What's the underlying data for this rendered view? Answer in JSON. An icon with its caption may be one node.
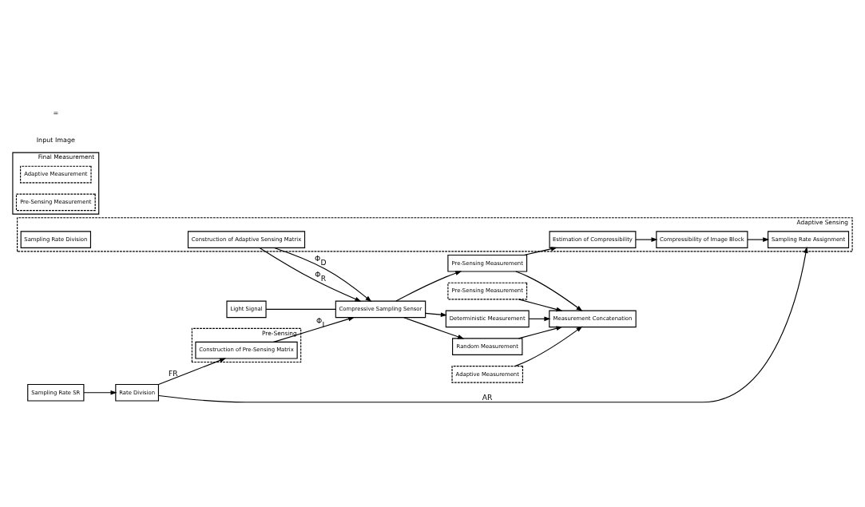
{
  "diagram": {
    "nodes": [
      {
        "text": [
          "Adaptive Sensing"
        ]
      },
      {
        "text": [
          "Sampling Rate Assignment"
        ],
        "in": 0
      },
      {
        "text": [
          "Sampling Rate Division"
        ],
        "in": 0
      },
      {
        "text": [
          "Construction of Adaptive Sensing Matrix"
        ],
        "in": 0
      },
      {
        "text": [
          "Compressibility of Image Block"
        ],
        "in": 0
      },
      {
        "text": [
          "Estimation of Compressibility"
        ],
        "in": 0
      },
      {
        "text": [
          "Adaptive Measurement"
        ]
      },
      {
        "text": [
          "Sampling Rate SR"
        ]
      },
      {
        "text": [
          "Rate Division"
        ]
      },
      {
        "text": [
          "Light Signal"
        ]
      },
      {
        "text": [
          "Compressive Sampling Sensor"
        ]
      },
      {
        "text": [
          "Pre-Sensing Measurement"
        ]
      },
      {
        "text": [
          "Deterministic Measurement"
        ]
      },
      {
        "text": [
          "Random Measurement"
        ]
      },
      {
        "text": [
          "Measurement Concatenation"
        ]
      },
      {
        "text": [
          "Pre-Sensing"
        ]
      },
      {
        "text": [
          "Construction of Pre-Sensing Matrix"
        ],
        "in": 15
      },
      {
        "text": [
          "Pre-Sensing Measurement"
        ]
      },
      {
        "text": [
          "Final Measurement"
        ]
      },
      {
        "text": [
          "Adaptive Measurement"
        ],
        "in": 18
      },
      {
        "text": [
          "Pre-Sensing Measurement"
        ],
        "in": 18
      }
    ],
    "edges": [
      {
        "from": 7,
        "to": 8,
        "arrow": "to"
      },
      {
        "from": 8,
        "to": 1,
        "arrow": "to",
        "label": "AR"
      },
      {
        "from": 8,
        "to": 16,
        "arrow": "to",
        "label": "FR"
      },
      {
        "from": 9,
        "to": 10,
        "arrow": "none"
      },
      {
        "from": 3,
        "to": 10,
        "arrow": "to",
        "label": "Φ$_{D}$"
      },
      {
        "from": 3,
        "to": 10,
        "arrow": "to",
        "label": "Φ$_{R}$"
      },
      {
        "from": 16,
        "to": 10,
        "arrow": "to",
        "label": "Φ$_{I}$"
      },
      {
        "from": 10,
        "to": 11,
        "arrow": "to"
      },
      {
        "from": 10,
        "to": 12,
        "arrow": "to"
      },
      {
        "from": 10,
        "to": 13,
        "arrow": "to"
      },
      {
        "from": 11,
        "to": 5,
        "arrow": "to"
      },
      {
        "from": 5,
        "to": 4,
        "arrow": "to"
      },
      {
        "from": 4,
        "to": 1,
        "arrow": "to"
      },
      {
        "from": 11,
        "to": 14,
        "arrow": "to"
      },
      {
        "from": 12,
        "to": 14,
        "arrow": "to"
      },
      {
        "from": 13,
        "to": 14,
        "arrow": "to"
      },
      {
        "from": 6,
        "to": 14,
        "arrow": "to"
      },
      {
        "from": 17,
        "to": 14,
        "arrow": "to"
      }
    ],
    "labels": [
      "Input Image",
      "="
    ]
  }
}
